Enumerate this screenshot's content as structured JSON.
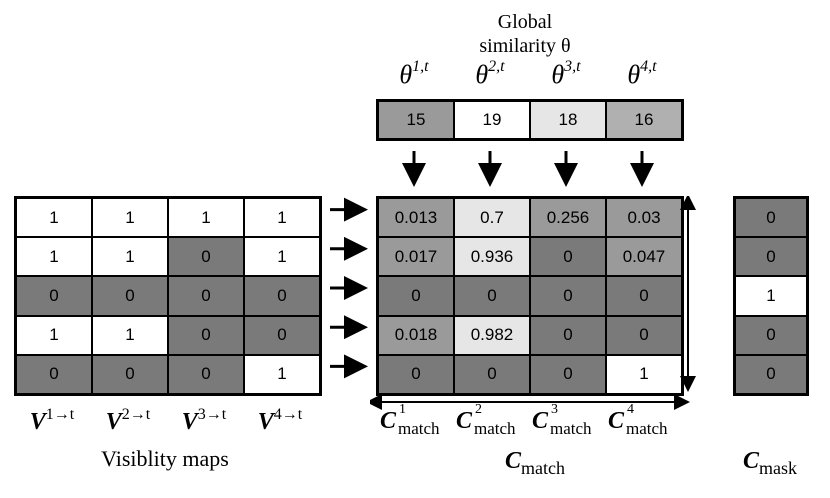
{
  "header": {
    "global_line1": "Global",
    "global_line2": "similarity θ"
  },
  "thetas": [
    {
      "base": "θ",
      "sup": "1,t"
    },
    {
      "base": "θ",
      "sup": "2,t"
    },
    {
      "base": "θ",
      "sup": "3,t"
    },
    {
      "base": "θ",
      "sup": "4,t"
    }
  ],
  "theta_values": [
    {
      "value": "15",
      "shade": "gray"
    },
    {
      "value": "19",
      "shade": "white"
    },
    {
      "value": "18",
      "shade": "light"
    },
    {
      "value": "16",
      "shade": "mid"
    }
  ],
  "visibility": {
    "rows": [
      [
        {
          "v": "1",
          "s": "white"
        },
        {
          "v": "1",
          "s": "white"
        },
        {
          "v": "1",
          "s": "white"
        },
        {
          "v": "1",
          "s": "white"
        }
      ],
      [
        {
          "v": "1",
          "s": "white"
        },
        {
          "v": "1",
          "s": "white"
        },
        {
          "v": "0",
          "s": "dark"
        },
        {
          "v": "1",
          "s": "white"
        }
      ],
      [
        {
          "v": "0",
          "s": "dark"
        },
        {
          "v": "0",
          "s": "dark"
        },
        {
          "v": "0",
          "s": "dark"
        },
        {
          "v": "0",
          "s": "dark"
        }
      ],
      [
        {
          "v": "1",
          "s": "white"
        },
        {
          "v": "1",
          "s": "white"
        },
        {
          "v": "0",
          "s": "dark"
        },
        {
          "v": "0",
          "s": "dark"
        }
      ],
      [
        {
          "v": "0",
          "s": "dark"
        },
        {
          "v": "0",
          "s": "dark"
        },
        {
          "v": "0",
          "s": "dark"
        },
        {
          "v": "1",
          "s": "white"
        }
      ]
    ],
    "col_labels": [
      {
        "base": "V",
        "sup": "1→t"
      },
      {
        "base": "V",
        "sup": "2→t"
      },
      {
        "base": "V",
        "sup": "3→t"
      },
      {
        "base": "V",
        "sup": "4→t"
      }
    ],
    "caption": "Visiblity maps"
  },
  "match": {
    "rows": [
      [
        {
          "v": "0.013",
          "s": "gray"
        },
        {
          "v": "0.7",
          "s": "light"
        },
        {
          "v": "0.256",
          "s": "gray"
        },
        {
          "v": "0.03",
          "s": "gray"
        }
      ],
      [
        {
          "v": "0.017",
          "s": "gray"
        },
        {
          "v": "0.936",
          "s": "light"
        },
        {
          "v": "0",
          "s": "dark"
        },
        {
          "v": "0.047",
          "s": "gray"
        }
      ],
      [
        {
          "v": "0",
          "s": "dark"
        },
        {
          "v": "0",
          "s": "dark"
        },
        {
          "v": "0",
          "s": "dark"
        },
        {
          "v": "0",
          "s": "dark"
        }
      ],
      [
        {
          "v": "0.018",
          "s": "gray"
        },
        {
          "v": "0.982",
          "s": "light"
        },
        {
          "v": "0",
          "s": "dark"
        },
        {
          "v": "0",
          "s": "dark"
        }
      ],
      [
        {
          "v": "0",
          "s": "dark"
        },
        {
          "v": "0",
          "s": "dark"
        },
        {
          "v": "0",
          "s": "dark"
        },
        {
          "v": "1",
          "s": "white"
        }
      ]
    ],
    "col_labels": [
      {
        "base": "C",
        "sup": "1",
        "sub": "match"
      },
      {
        "base": "C",
        "sup": "2",
        "sub": "match"
      },
      {
        "base": "C",
        "sup": "3",
        "sub": "match"
      },
      {
        "base": "C",
        "sup": "4",
        "sub": "match"
      }
    ],
    "caption": {
      "base": "C",
      "sub": "match"
    }
  },
  "mask": {
    "values": [
      {
        "v": "0",
        "s": "dark"
      },
      {
        "v": "0",
        "s": "dark"
      },
      {
        "v": "1",
        "s": "white"
      },
      {
        "v": "0",
        "s": "dark"
      },
      {
        "v": "0",
        "s": "dark"
      }
    ],
    "caption": {
      "base": "C",
      "sub": "mask"
    }
  },
  "colors": {
    "white": "#ffffff",
    "light": "#e6e6e6",
    "mid": "#b0b0b0",
    "gray": "#9a9a9a",
    "dark": "#7a7a7a"
  }
}
